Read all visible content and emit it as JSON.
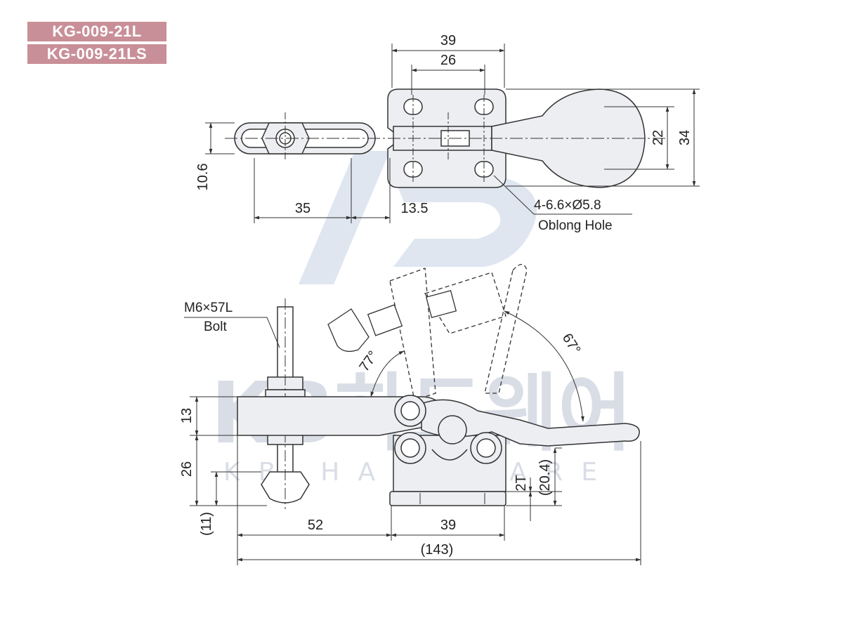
{
  "header": {
    "models": [
      "KG-009-21L",
      "KG-009-21LS"
    ]
  },
  "watermark": {
    "brand": "KB하드웨어",
    "sub": "KB HARDWARE"
  },
  "top_view": {
    "dims": {
      "width_outer": "39",
      "width_inner": "26",
      "height_inner": "22",
      "height_outer": "34",
      "spindle_offset": "10.6",
      "arm_length": "35",
      "arm_offset": "13.5"
    },
    "hole_note": {
      "spec": "4-6.6×Ø5.8",
      "type": "Oblong Hole"
    }
  },
  "side_view": {
    "bolt_note": {
      "spec": "M6×57L",
      "type": "Bolt"
    },
    "dims": {
      "arm_thickness": "13",
      "spindle_height": "26",
      "below_base": "(11)",
      "reach": "52",
      "base_length": "39",
      "overall_length": "(143)",
      "plate_thickness": "2T",
      "pivot_height": "(20.4)",
      "arm_angle": "77°",
      "handle_angle": "67°"
    }
  },
  "colors": {
    "label_bg": "#c98f98",
    "part_fill": "#eceef2",
    "line": "#333333",
    "watermark": "#d9dde6"
  }
}
